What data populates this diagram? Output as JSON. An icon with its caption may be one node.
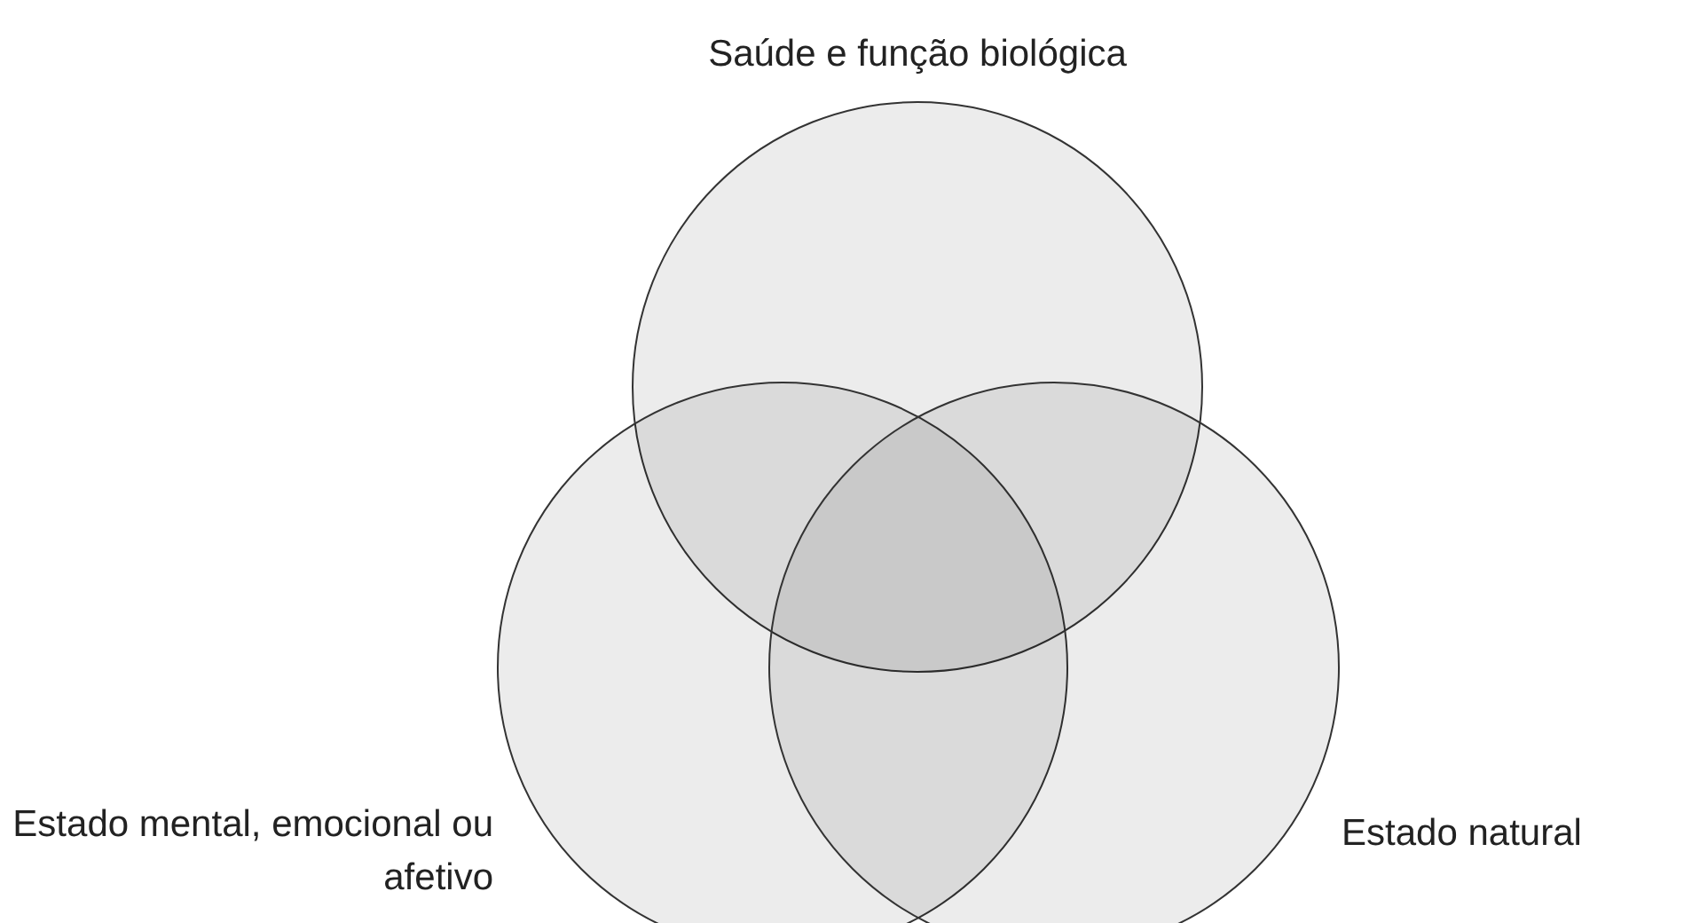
{
  "diagram": {
    "nodes": [
      {
        "text": [
          "Saúde e função biológica"
        ]
      },
      {
        "text": [
          "Estado mental, emocional ou afetivo"
        ]
      },
      {
        "text": [
          "Estado natural"
        ]
      }
    ]
  }
}
